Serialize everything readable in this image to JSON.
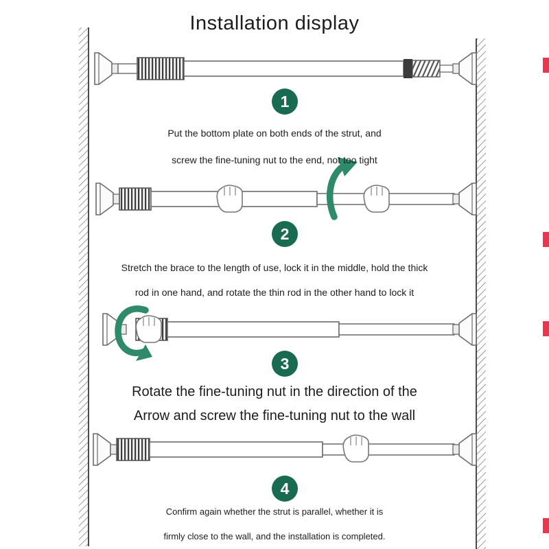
{
  "title": "Installation display",
  "colors": {
    "step-circle": "#186a52",
    "arrow": "#2f8a6c",
    "edge-marker": "#ee3350",
    "ink": "#1c1c1c"
  },
  "steps": [
    {
      "number": "1",
      "lines": [
        "Put the bottom plate on both ends of the strut, and",
        "screw the fine-tuning nut to the end, not too tight"
      ]
    },
    {
      "number": "2",
      "lines": [
        "Stretch the brace to the length of use, lock it in the middle, hold the thick",
        "rod in one hand, and rotate the thin rod in the other hand to lock it"
      ]
    },
    {
      "number": "3",
      "lines": [
        "Rotate the fine-tuning nut in the direction of the",
        "Arrow and screw the fine-tuning nut to the wall"
      ]
    },
    {
      "number": "4",
      "lines": [
        "Confirm again whether the strut is parallel, whether it is",
        "firmly close to the wall, and the installation is completed."
      ]
    }
  ],
  "icons": {
    "rotate_arrow": "curved-rotation-arrow",
    "hand": "hand-gripping-rod",
    "wall": "hatched-wall-edge"
  }
}
